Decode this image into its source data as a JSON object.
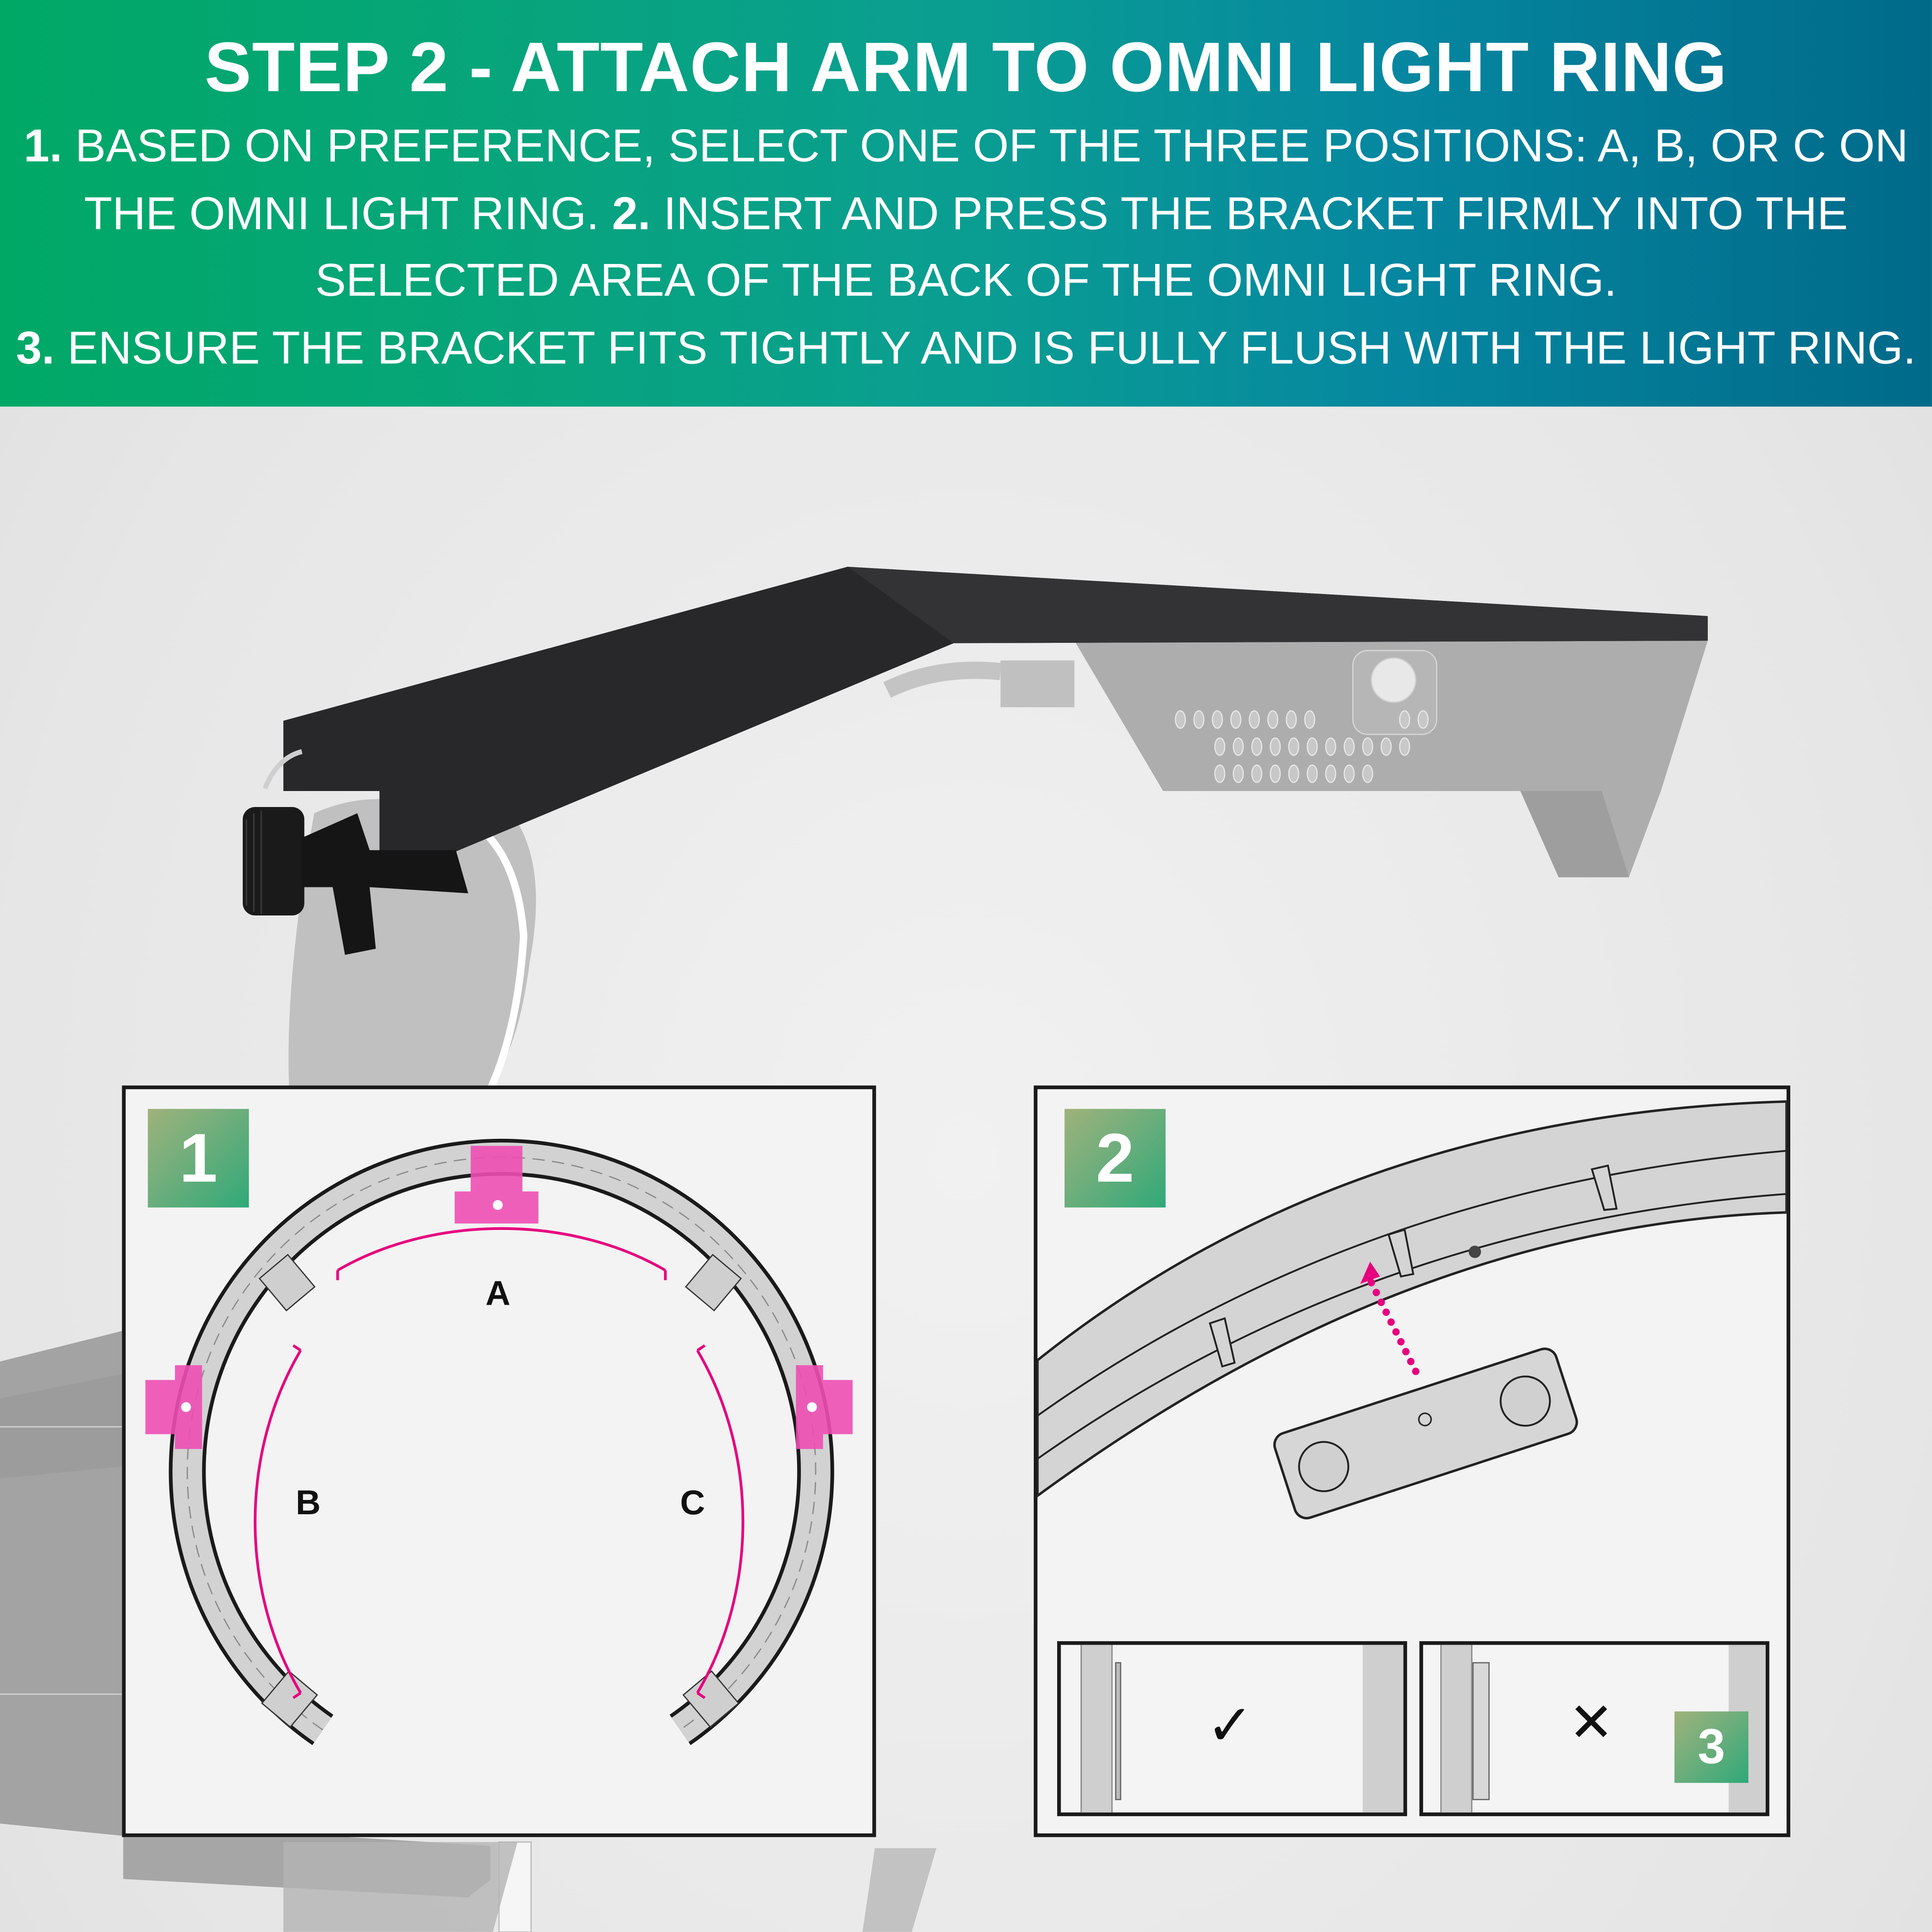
{
  "header": {
    "title": "STEP 2 - ATTACH ARM TO OMNI LIGHT RING",
    "lines": [
      {
        "num": "1.",
        "text": " BASED ON PREFERENCE, SELECT ONE OF THE THREE POSITIONS: A, B, OR C ON"
      },
      {
        "num": "",
        "text": "THE OMNI LIGHT RING.  "
      },
      {
        "num": "2.",
        "text": " INSERT AND PRESS THE BRACKET FIRMLY INTO THE"
      },
      {
        "num": "",
        "text": "SELECTED AREA OF THE BACK OF THE OMNI LIGHT RING."
      },
      {
        "num": "3.",
        "text": " ENSURE THE BRACKET FITS TIGHTLY AND IS FULLY FLUSH WITH THE LIGHT RING."
      }
    ],
    "gradient_start": "#00a866",
    "gradient_end": "#006a8a"
  },
  "panel1": {
    "badge": "1",
    "positions": [
      {
        "label": "A",
        "location": "top"
      },
      {
        "label": "B",
        "location": "left"
      },
      {
        "label": "C",
        "location": "right"
      }
    ],
    "highlight_color": "#e6007e"
  },
  "panel2": {
    "badge": "2",
    "arrow_color": "#e6007e",
    "sub_panels": [
      {
        "icon": "checkmark-icon",
        "symbol": "✓",
        "meaning": "correct - flush"
      },
      {
        "icon": "cross-icon",
        "symbol": "✕",
        "meaning": "incorrect - not flush"
      }
    ],
    "badge3": "3"
  },
  "scene": {
    "arm_color": "#2b2b2d",
    "fixture_color": "#a9a9a9"
  }
}
